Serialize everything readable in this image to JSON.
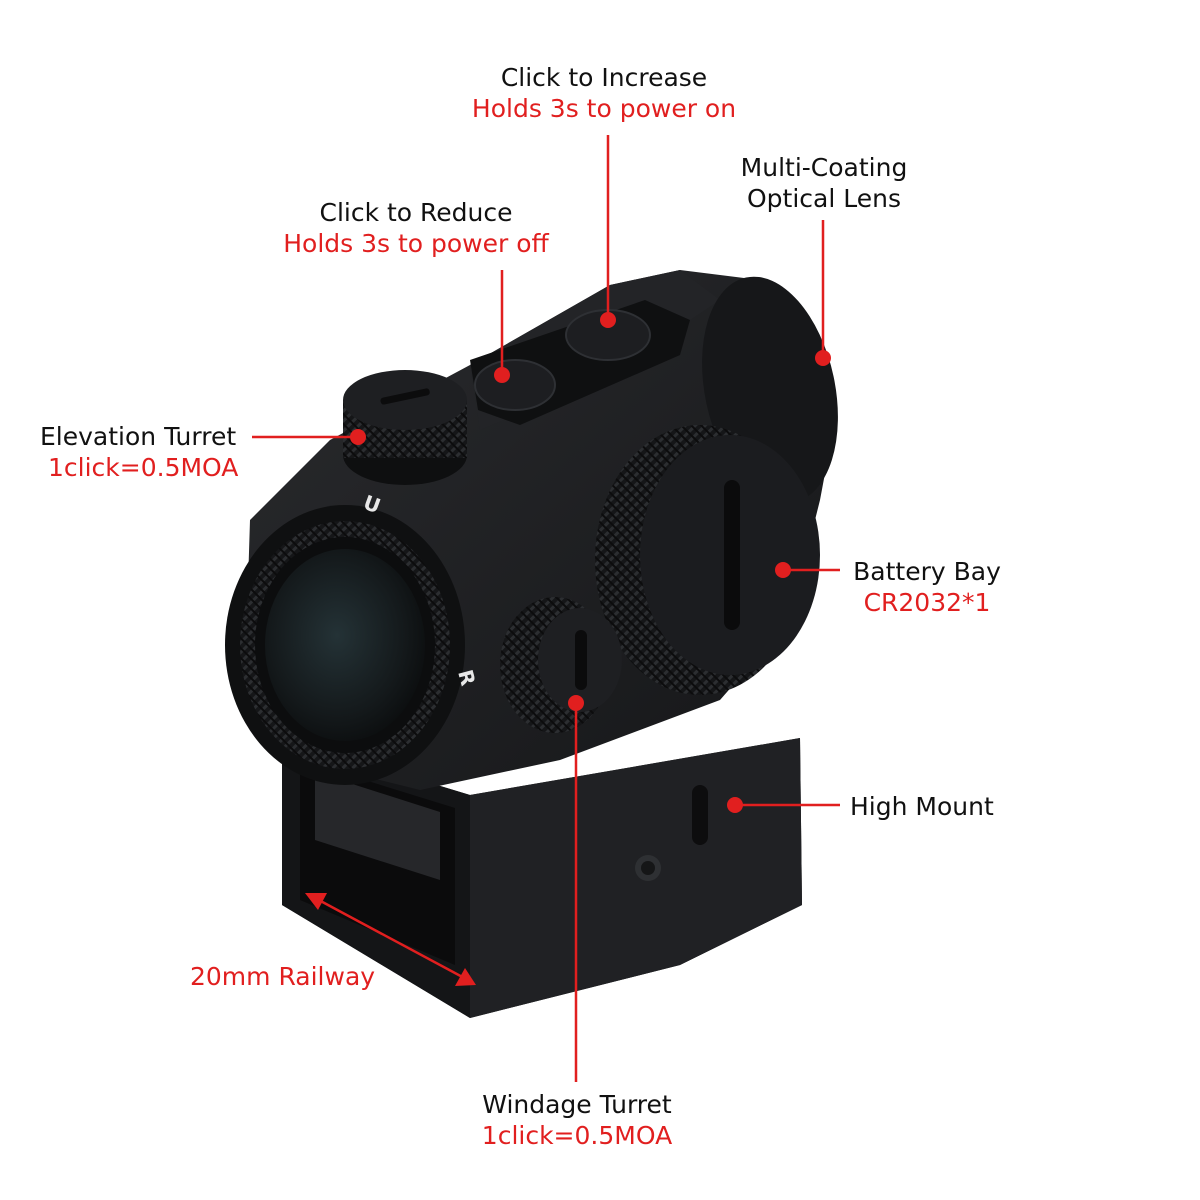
{
  "colors": {
    "accent": "#e11f1f",
    "text": "#111111",
    "body": "#1c1d1f"
  },
  "labels": {
    "increase": {
      "line1": "Click to Increase",
      "line2": "Holds 3s to power on"
    },
    "reduce": {
      "line1": "Click to Reduce",
      "line2": "Holds 3s to power off"
    },
    "lens": {
      "line1": "Multi-Coating",
      "line2": "Optical Lens"
    },
    "elevation": {
      "line1": "Elevation Turret",
      "line2": "1click=0.5MOA"
    },
    "battery": {
      "line1": "Battery Bay",
      "line2": "CR2032*1"
    },
    "mount": {
      "line1": "High Mount"
    },
    "railway": {
      "line1": "20mm Railway"
    },
    "windage": {
      "line1": "Windage Turret",
      "line2": "1click=0.5MOA"
    }
  },
  "device": {
    "marks": {
      "up": "U",
      "right": "R"
    }
  }
}
